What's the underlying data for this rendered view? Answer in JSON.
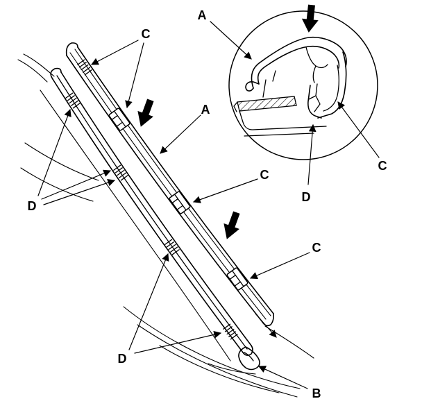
{
  "diagram": {
    "type": "technical-illustration",
    "subject": "roof-molding-installation-with-clips",
    "callouts": {
      "inset_a": "A",
      "inset_c": "C",
      "inset_d": "D",
      "main_c_top": "C",
      "main_a": "A",
      "main_c_mid": "C",
      "main_c_lower": "C",
      "main_d_left": "D",
      "main_d_bottom": "D",
      "main_b": "B"
    },
    "colors": {
      "line": "#000000",
      "background": "#ffffff"
    }
  }
}
